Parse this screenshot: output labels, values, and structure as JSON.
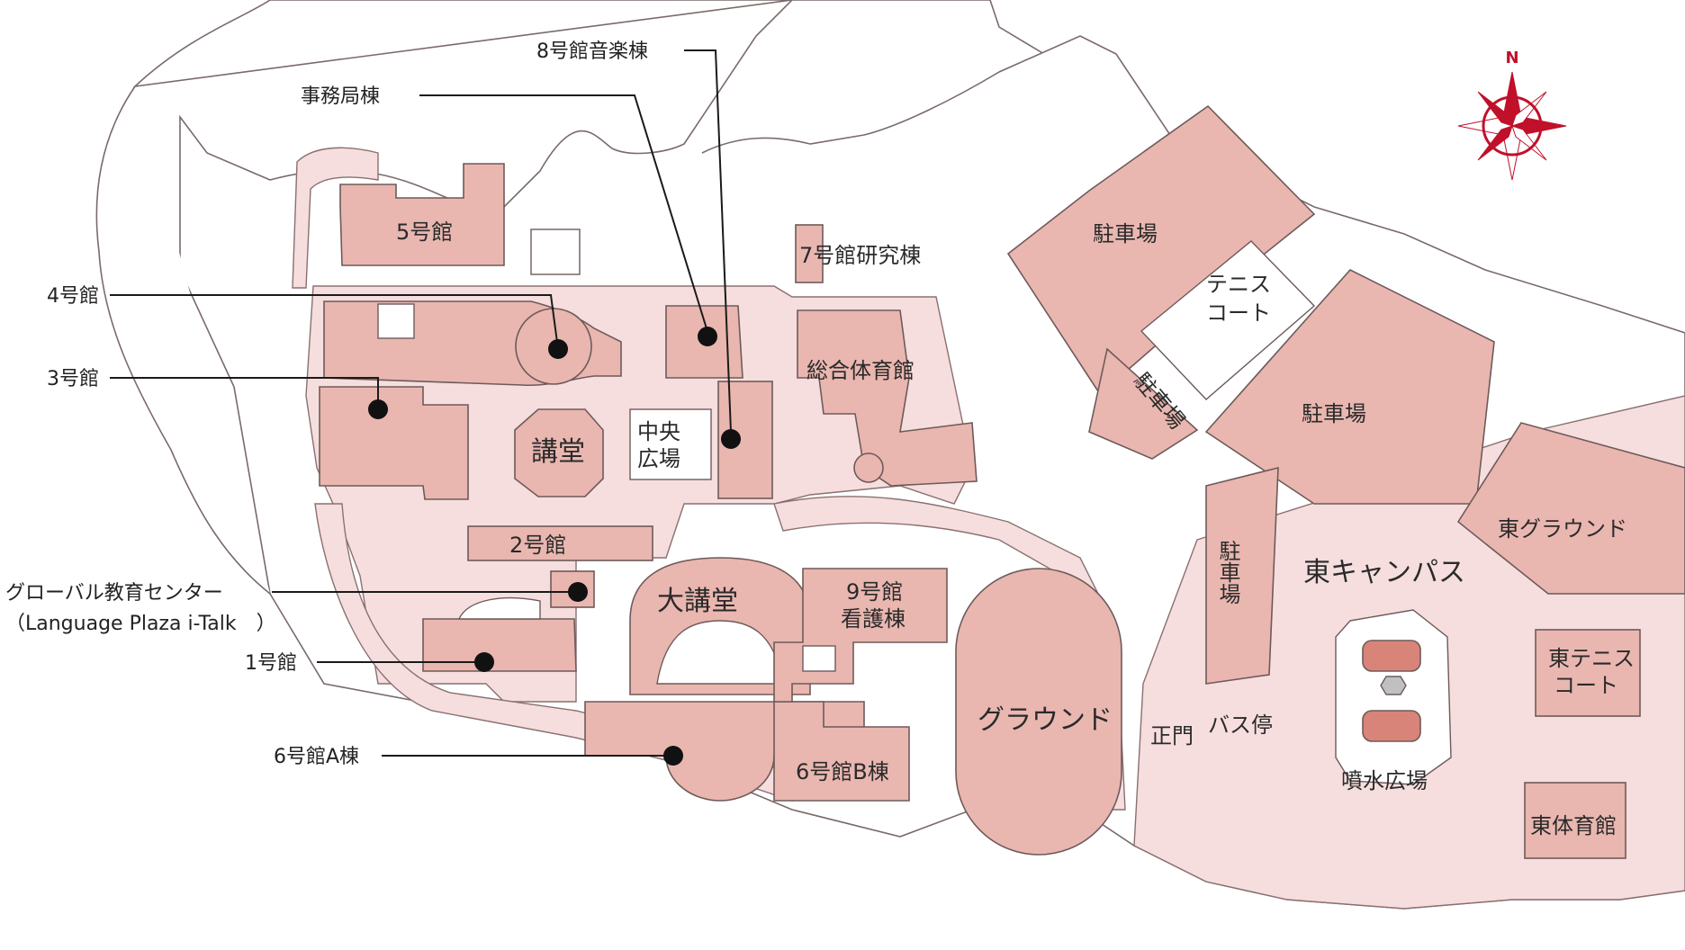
{
  "compass": {
    "north": "N"
  },
  "callouts": {
    "bldg8": "8号館音楽棟",
    "jimukyoku": "事務局棟",
    "bldg4": "4号館",
    "bldg3": "3号館",
    "global_center_line1": "グローバル教育センター",
    "global_center_line2": "（Language Plaza i-Talk　）",
    "bldg1": "1号館",
    "bldg6a": "6号館A棟"
  },
  "labels": {
    "bldg5": "5号館",
    "bldg7": "7号館研究棟",
    "gym": "総合体育館",
    "plaza_central_1": "中央",
    "plaza_central_2": "広場",
    "kodo": "講堂",
    "bldg2": "2号館",
    "daikodo": "大講堂",
    "bldg9_1": "9号館",
    "bldg9_2": "看護棟",
    "bldg6b": "6号館B棟",
    "ground": "グラウンド",
    "parking_top": "駐車場",
    "parking_diag": "駐車場",
    "parking_mid": "駐車場",
    "parking_vert": "駐車場",
    "tennis_1": "テニス",
    "tennis_2": "コート",
    "east_campus": "東キャンパス",
    "east_ground": "東グラウンド",
    "east_tennis_1": "東テニス",
    "east_tennis_2": "コート",
    "east_gym": "東体育館",
    "fountain": "噴水広場",
    "main_gate": "正門",
    "bus_stop": "バス停"
  },
  "colors": {
    "building": "#e9b7b0",
    "building_accent": "#d98478",
    "paved": "#f6dede",
    "compass": "#c0102a"
  }
}
